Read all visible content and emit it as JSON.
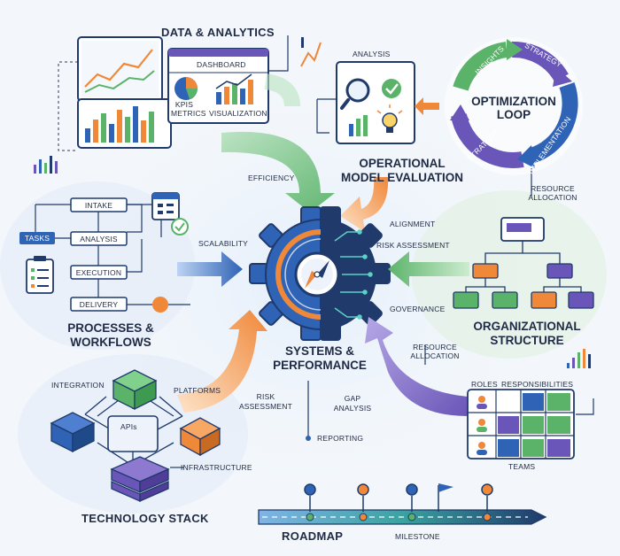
{
  "sections": {
    "data_analytics": "DATA & ANALYTICS",
    "operational_eval_line1": "OPERATIONAL",
    "operational_eval_line2": "MODEL EVALUATION",
    "optimization_line1": "OPTIMIZATION",
    "optimization_line2": "LOOP",
    "processes_line1": "PROCESSES &",
    "processes_line2": "WORKFLOWS",
    "systems_line1": "SYSTEMS &",
    "systems_line2": "PERFORMANCE",
    "org_line1": "ORGANIZATIONAL",
    "org_line2": "STRUCTURE",
    "tech_stack": "TECHNOLOGY STACK",
    "roadmap": "ROADMAP"
  },
  "dashboard": {
    "title": "DASHBOARD",
    "kpis": "KPIS",
    "metrics": "METRICS",
    "visualization": "VISUALIZATION"
  },
  "analysis_card": {
    "title": "ANALYSIS"
  },
  "loop_labels": [
    "INSIGHTS",
    "STRATEGY",
    "IMPLEMENTATION",
    "STRATEGY"
  ],
  "workflow": {
    "steps": [
      "INTAKE",
      "ANALYSIS",
      "EXECUTION",
      "DELIVERY"
    ],
    "tasks": "TASKS"
  },
  "annotations": {
    "efficiency": "EFFICIENCY",
    "resource_allocation_top_1": "RESOURCE",
    "resource_allocation_top_2": "ALLOCATION",
    "alignment": "ALIGNMENT",
    "risk_assessment_right": "RISK ASSESSMENT",
    "scalability": "SCALABILITY",
    "governance": "GOVERNANCE",
    "resource_allocation_mid_1": "RESOURCE",
    "resource_allocation_mid_2": "ALLOCATION",
    "risk_assessment_left_1": "RISK",
    "risk_assessment_left_2": "ASSESSMENT",
    "gap_analysis_1": "GAP",
    "gap_analysis_2": "ANALYSIS",
    "reporting": "REPORTING"
  },
  "tech": {
    "integration": "INTEGRATION",
    "platforms": "PLATFORMS",
    "apis": "APIs",
    "infrastructure": "INFRASTRUCTURE"
  },
  "roles": {
    "roles": "ROLES",
    "responsibilities": "RESPONSIBILITIES",
    "teams": "TEAMS"
  },
  "milestone": "MILESTONE",
  "colors": {
    "navy": "#1f3a6b",
    "blue": "#2f63b6",
    "green": "#5bb36a",
    "orange": "#f0883a",
    "purple": "#6a56b8",
    "teal": "#3aa3a0"
  },
  "icons": [
    "magnifier-icon",
    "check-icon",
    "lightbulb-icon",
    "compass-icon",
    "clipboard-icon",
    "calendar-icon",
    "person-icon",
    "flag-icon"
  ]
}
